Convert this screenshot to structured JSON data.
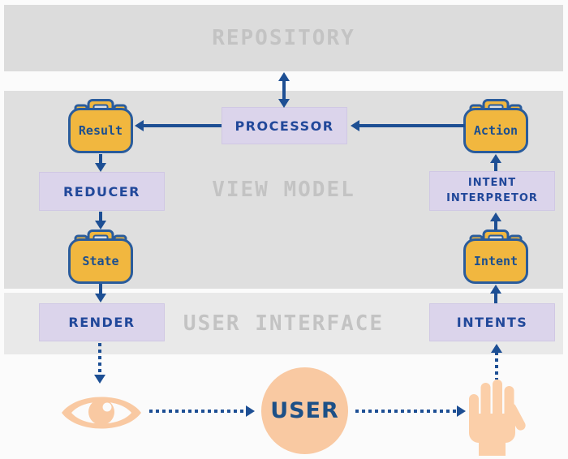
{
  "diagram": {
    "type": "architecture-flow",
    "bands": {
      "repository": {
        "label": "REPOSITORY"
      },
      "view_model": {
        "label": "VIEW MODEL"
      },
      "user_interface": {
        "label": "USER INTERFACE"
      }
    },
    "nodes": {
      "processor": {
        "label": "PROCESSOR",
        "kind": "box"
      },
      "result": {
        "label": "Result",
        "kind": "briefcase"
      },
      "action": {
        "label": "Action",
        "kind": "briefcase"
      },
      "reducer": {
        "label": "REDUCER",
        "kind": "box"
      },
      "intent_interpretor": {
        "line1": "INTENT",
        "line2": "INTERPRETOR",
        "kind": "box"
      },
      "state": {
        "label": "State",
        "kind": "briefcase"
      },
      "intent": {
        "label": "Intent",
        "kind": "briefcase"
      },
      "render": {
        "label": "RENDER",
        "kind": "box"
      },
      "intents": {
        "label": "INTENTS",
        "kind": "box"
      },
      "user": {
        "label": "USER",
        "kind": "circle"
      }
    },
    "icons": {
      "eye": "eye-icon",
      "hand": "hand-icon",
      "briefcase": "briefcase-icon"
    },
    "edges": [
      {
        "from": "repository",
        "to": "processor",
        "style": "solid",
        "direction": "both"
      },
      {
        "from": "action",
        "to": "processor",
        "style": "solid",
        "direction": "one-way"
      },
      {
        "from": "processor",
        "to": "result",
        "style": "solid",
        "direction": "one-way"
      },
      {
        "from": "result",
        "to": "reducer",
        "style": "solid",
        "direction": "one-way"
      },
      {
        "from": "reducer",
        "to": "state",
        "style": "solid",
        "direction": "one-way"
      },
      {
        "from": "state",
        "to": "render",
        "style": "solid",
        "direction": "one-way"
      },
      {
        "from": "render",
        "to": "eye",
        "style": "dotted",
        "direction": "one-way"
      },
      {
        "from": "eye",
        "to": "user",
        "style": "dotted",
        "direction": "one-way"
      },
      {
        "from": "user",
        "to": "hand",
        "style": "dotted",
        "direction": "one-way"
      },
      {
        "from": "hand",
        "to": "intents",
        "style": "dotted",
        "direction": "one-way"
      },
      {
        "from": "intents",
        "to": "intent",
        "style": "solid",
        "direction": "one-way"
      },
      {
        "from": "intent",
        "to": "intent_interpretor",
        "style": "solid",
        "direction": "one-way"
      },
      {
        "from": "intent_interpretor",
        "to": "action",
        "style": "solid",
        "direction": "one-way"
      }
    ]
  },
  "colors": {
    "navy": "#1d4f94",
    "yellow": "#f1b73f",
    "lavender": "#dbd4eb",
    "peach": "#f9c9a2",
    "band_gray": "#dfdfdf",
    "label_gray": "#c3c3c3",
    "background": "#fbfbfb"
  }
}
